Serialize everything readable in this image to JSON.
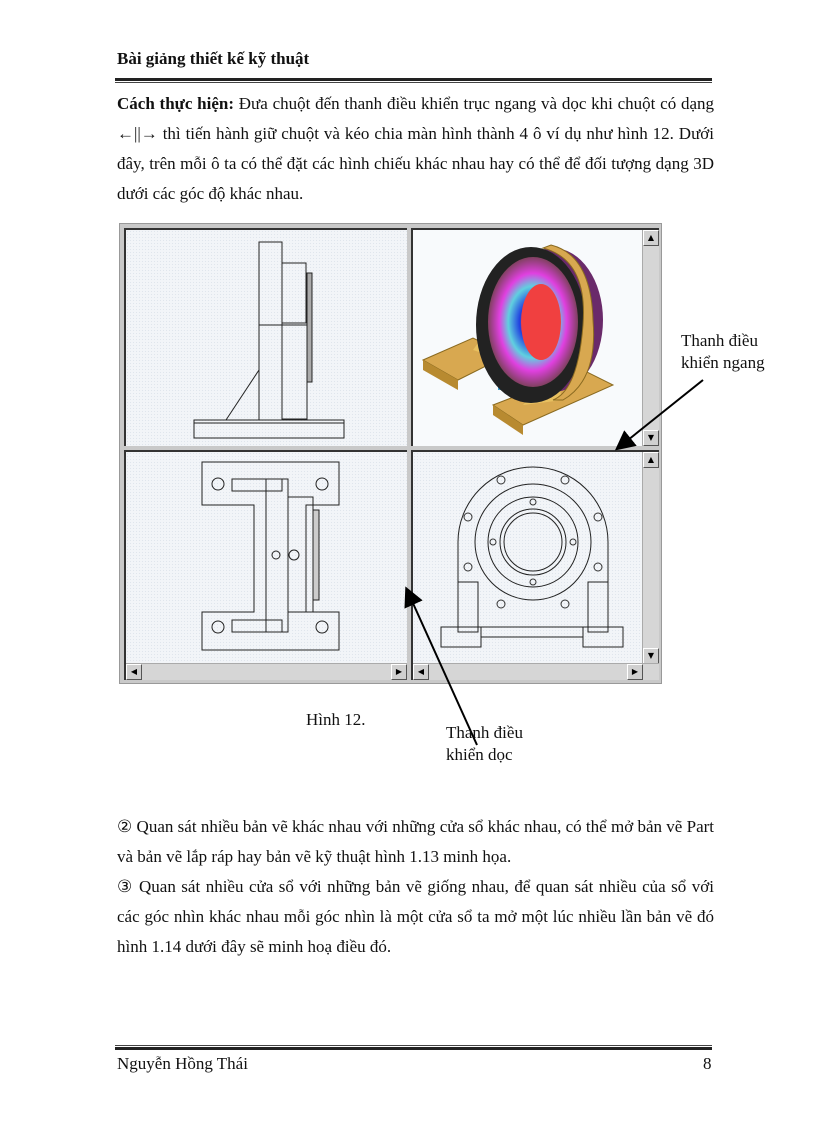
{
  "header": {
    "title": "Bài giảng thiết kế kỹ thuật"
  },
  "intro": {
    "bold_lead": "Cách thực hiện:",
    "text": " Đưa chuột đến thanh điều khiển trục ngang và dọc khi chuột có dạng ←||→ thì tiến hành giữ chuột và kéo chia màn hình thành 4 ô ví dụ như hình 12. Dưới đây, trên mỗi ô ta có thể đặt các hình chiếu khác nhau hay có thể để đối tượng dạng 3D dưới các góc độ khác nhau."
  },
  "figure": {
    "panes": [
      {
        "name": "side-view",
        "kind": "2D side projection"
      },
      {
        "name": "isometric-3d-view",
        "kind": "3D shaded bearing housing"
      },
      {
        "name": "top-view",
        "kind": "2D top projection"
      },
      {
        "name": "front-view",
        "kind": "2D front projection"
      }
    ],
    "caption": "Hình 12.",
    "callout_horizontal": {
      "line1": "Thanh điều",
      "line2": "khiển ngang"
    },
    "callout_vertical": {
      "line1": "Thanh điều",
      "line2": "khiển dọc"
    },
    "scroll_arrows": {
      "up": "▲",
      "down": "▼",
      "left": "◀",
      "right": "▶"
    }
  },
  "items": [
    {
      "marker": "②",
      "text": " Quan sát nhiều bản vẽ khác nhau với những cửa sổ khác nhau, có thể mở bản vẽ Part và bản vẽ lắp ráp hay bản vẽ kỹ thuật hình 1.13 minh họa."
    },
    {
      "marker": "③",
      "text": " Quan sát nhiều cửa sổ với những bản vẽ giống nhau, để quan sát nhiều của sổ với các góc nhìn khác nhau mỗi góc nhìn là một cửa sổ ta mở một lúc nhiều lần bản vẽ đó hình 1.14 dưới đây sẽ minh hoạ điều đó."
    }
  ],
  "footer": {
    "author": "Nguyễn Hồng Thái",
    "page_number": "8"
  }
}
